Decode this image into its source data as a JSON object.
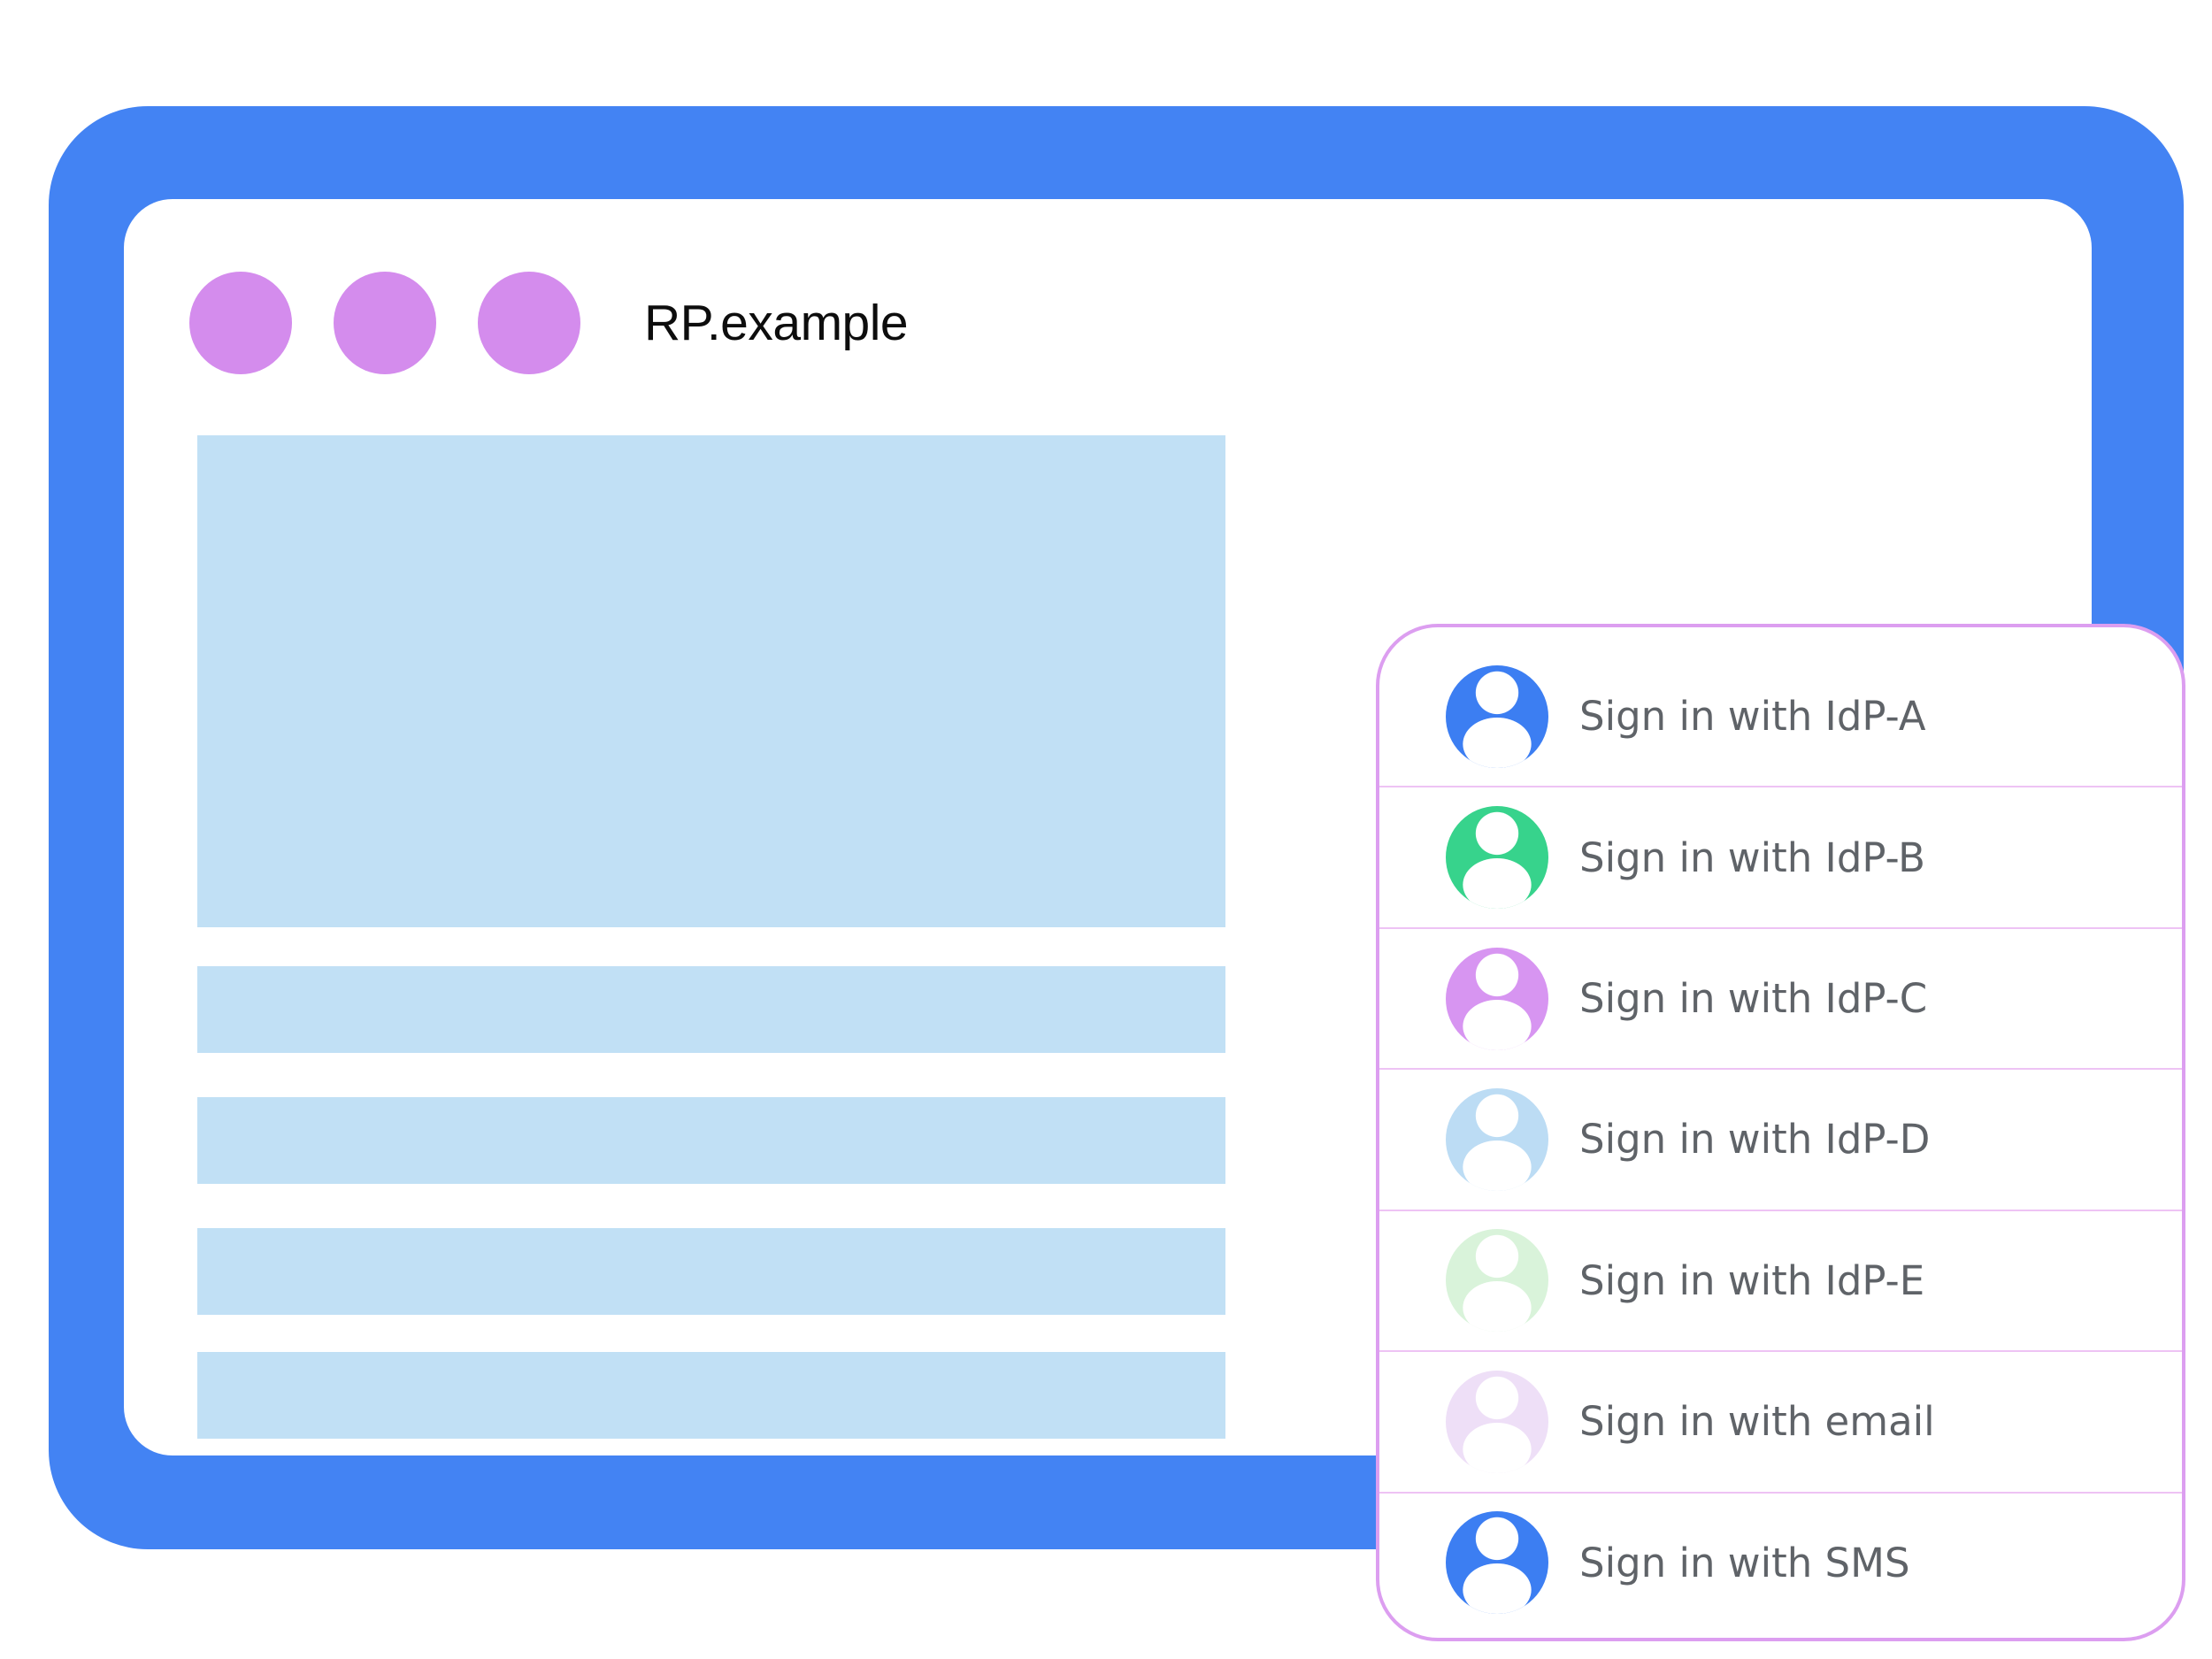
{
  "browser": {
    "title": "RP.example"
  },
  "signin_panel": {
    "items": [
      {
        "label": "Sign in with IdP-A",
        "avatar_color": "#3c7ef2"
      },
      {
        "label": "Sign in with IdP-B",
        "avatar_color": "#37d38c"
      },
      {
        "label": "Sign in with IdP-C",
        "avatar_color": "#d795f1"
      },
      {
        "label": "Sign in with IdP-D",
        "avatar_color": "#bcdcf4"
      },
      {
        "label": "Sign in with IdP-E",
        "avatar_color": "#d9f3da"
      },
      {
        "label": "Sign in with email",
        "avatar_color": "#eedff7"
      },
      {
        "label": "Sign in with SMS",
        "avatar_color": "#3c7ef2"
      }
    ]
  },
  "colors": {
    "frame_blue": "#4383f3",
    "placeholder_blue": "#c1e0f5",
    "window_dot_purple": "#d48ced",
    "panel_border_purple": "#dc9ef0",
    "divider_pink": "#eec3f4",
    "label_gray": "#5f6368"
  }
}
